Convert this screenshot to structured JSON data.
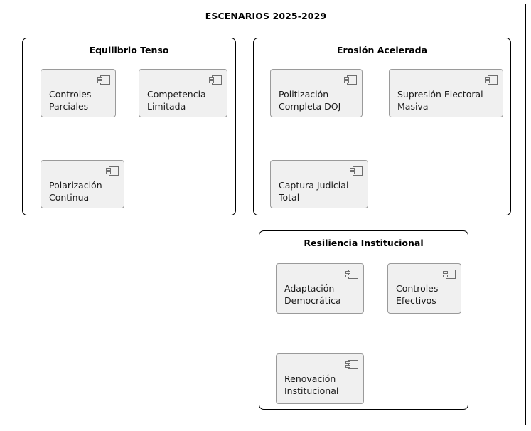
{
  "diagram": {
    "title": "ESCENARIOS 2025-2029",
    "icon_name": "uml-component-icon",
    "colors": {
      "frame_border": "#000000",
      "group_border": "#000000",
      "component_fill": "#f0f0f0",
      "component_border": "#9a9a9a",
      "text": "#1a1a1a",
      "background": "#ffffff"
    }
  },
  "groups": [
    {
      "id": "equilibrio",
      "title": "Equilibrio Tenso",
      "components": [
        {
          "id": "controles-parciales",
          "label": "Controles\nParciales"
        },
        {
          "id": "competencia-limitada",
          "label": "Competencia\nLimitada"
        },
        {
          "id": "polarizacion-continua",
          "label": "Polarización\nContinua"
        }
      ]
    },
    {
      "id": "erosion",
      "title": "Erosión Acelerada",
      "components": [
        {
          "id": "politizacion-doj",
          "label": "Politización\nCompleta DOJ"
        },
        {
          "id": "supresion-electoral",
          "label": "Supresión Electoral\nMasiva"
        },
        {
          "id": "captura-judicial",
          "label": "Captura Judicial\nTotal"
        }
      ]
    },
    {
      "id": "resiliencia",
      "title": "Resiliencia Institucional",
      "components": [
        {
          "id": "adaptacion-democratica",
          "label": "Adaptación\nDemocrática"
        },
        {
          "id": "controles-efectivos",
          "label": "Controles\nEfectivos"
        },
        {
          "id": "renovacion",
          "label": "Renovación\nInstitucional"
        }
      ]
    }
  ]
}
